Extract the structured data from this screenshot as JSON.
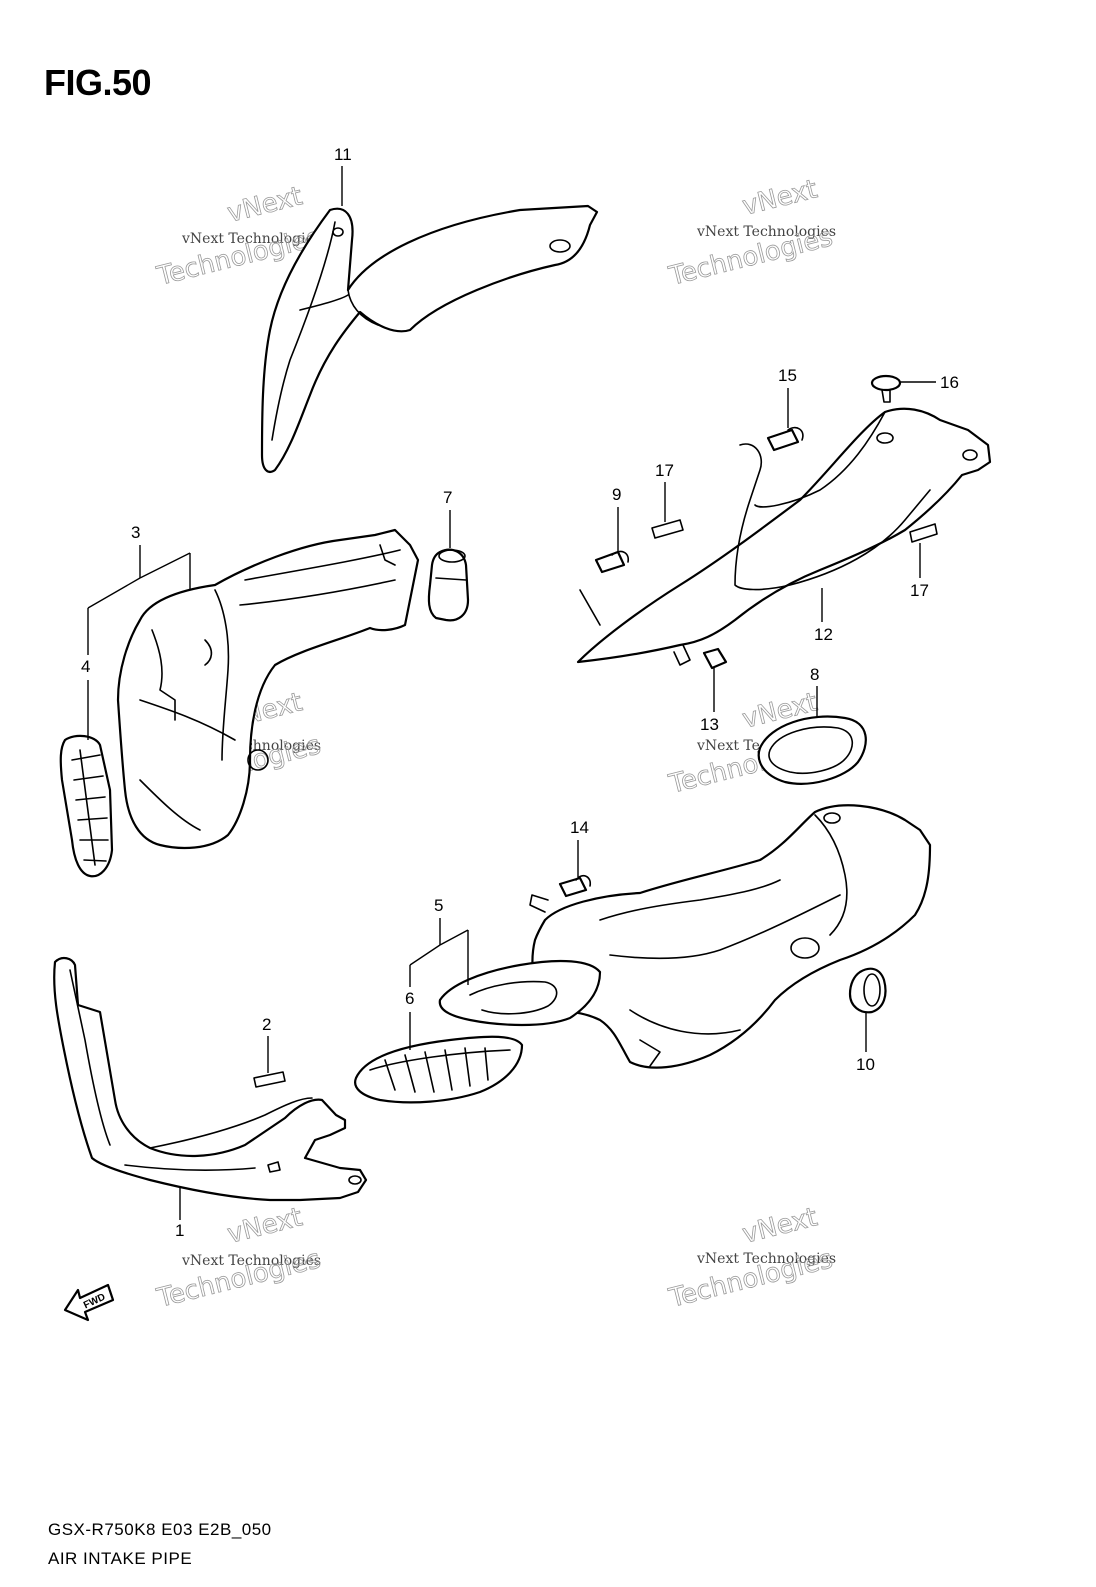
{
  "figure": {
    "title": "FIG.50"
  },
  "footer": {
    "model_code": "GSX-R750K8 E03 E2B_050",
    "part_name": "AIR INTAKE PIPE"
  },
  "watermark": {
    "brand": "vNext",
    "company": "vNext Technologies",
    "word": "Technologies"
  },
  "fwd_arrow": {
    "label": "FWD"
  },
  "callouts": [
    "1",
    "2",
    "3",
    "4",
    "5",
    "6",
    "7",
    "8",
    "9",
    "10",
    "11",
    "12",
    "13",
    "14",
    "15",
    "16",
    "17",
    "17"
  ]
}
